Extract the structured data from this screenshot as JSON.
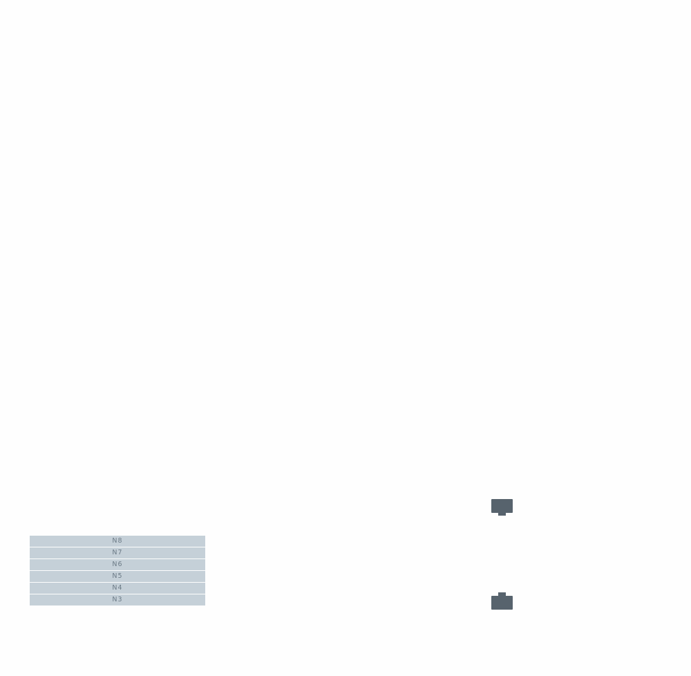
{
  "level_list": {
    "items": [
      {
        "label": "N8"
      },
      {
        "label": "N7"
      },
      {
        "label": "N6"
      },
      {
        "label": "N5"
      },
      {
        "label": "N4"
      },
      {
        "label": "N3"
      }
    ],
    "colors": {
      "row_fill": "#c5d0d8",
      "row_text": "#6b7a86"
    }
  },
  "icons": {
    "top": {
      "name": "tab-bottom-box-icon",
      "color": "#57636d"
    },
    "bottom": {
      "name": "tab-top-box-icon",
      "color": "#57636d"
    }
  },
  "colors": {
    "background": "#fefefe"
  }
}
